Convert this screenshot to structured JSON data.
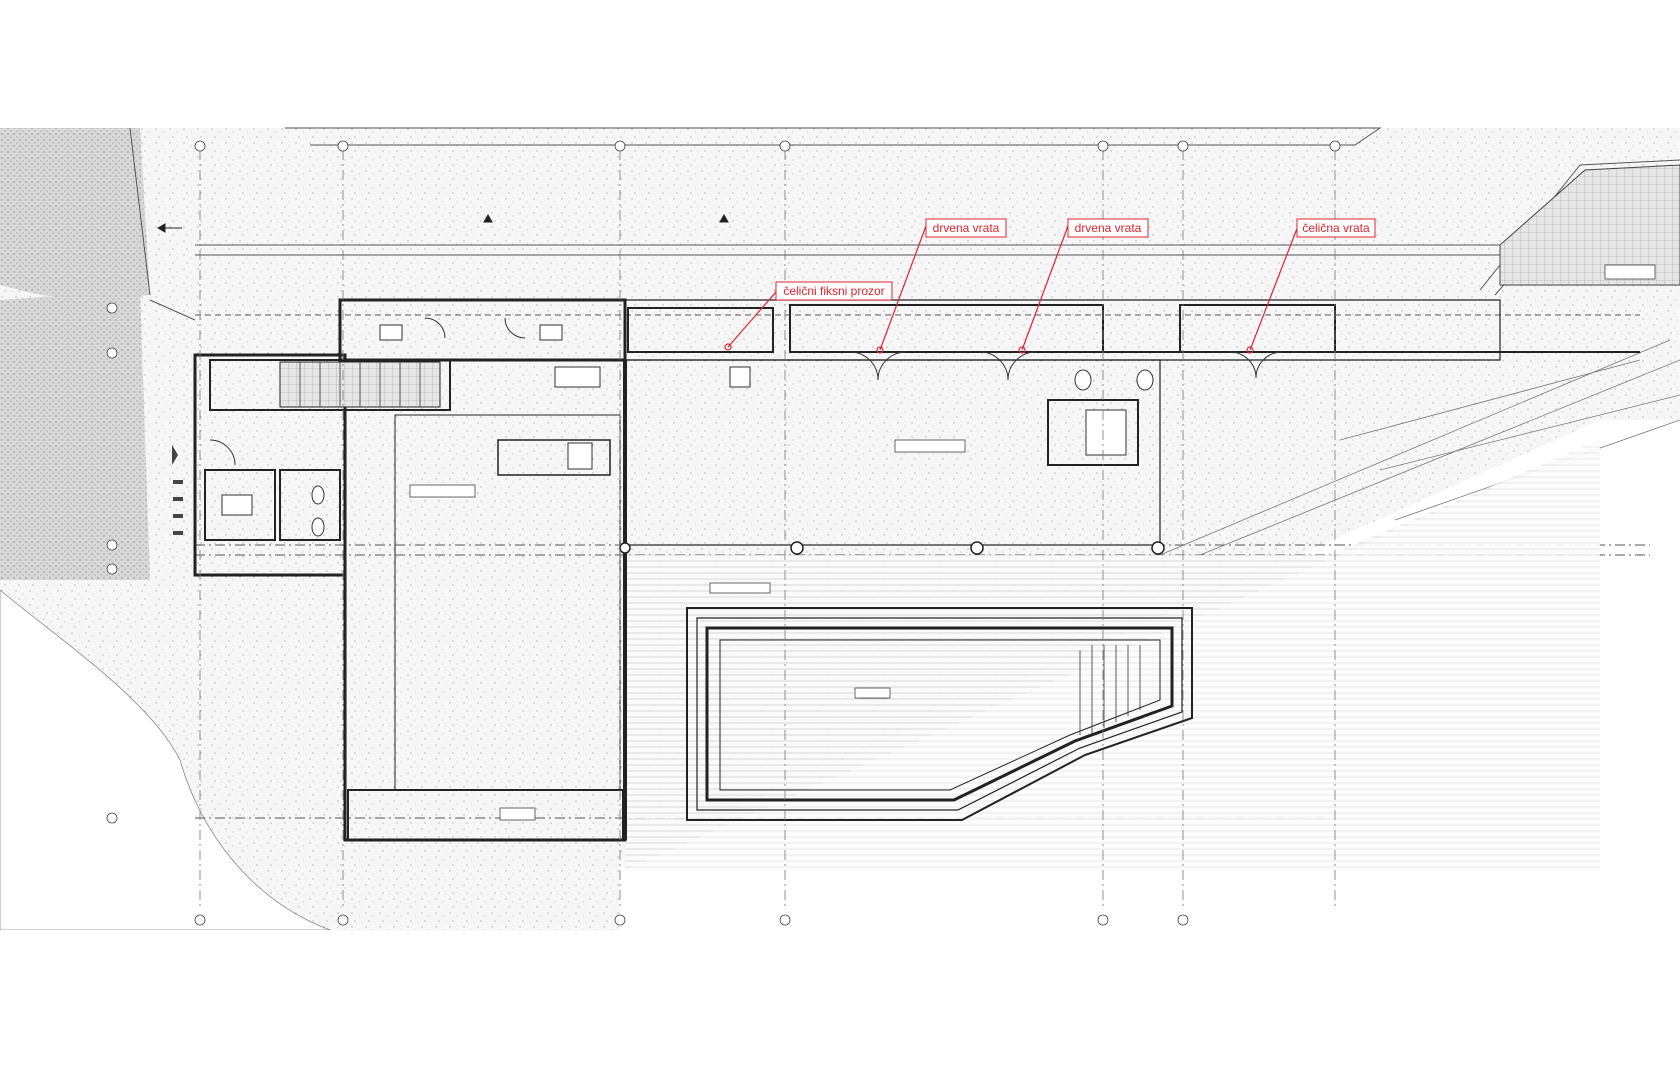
{
  "diagram": {
    "kind": "architectural floor plan",
    "annotation_color": "#e0242f",
    "callouts": [
      {
        "id": "callout-celicni-fiksni-prozor",
        "label": "čelični fiksni prozor"
      },
      {
        "id": "callout-drvena-vrata-1",
        "label": "drvena vrata"
      },
      {
        "id": "callout-drvena-vrata-2",
        "label": "drvena vrata"
      },
      {
        "id": "callout-celicna-vrata",
        "label": "čelična vrata"
      }
    ],
    "axis_marks": {
      "top": [
        "",
        "",
        "",
        "",
        "",
        "",
        ""
      ],
      "left": [
        "",
        "",
        "",
        "",
        ""
      ]
    }
  }
}
